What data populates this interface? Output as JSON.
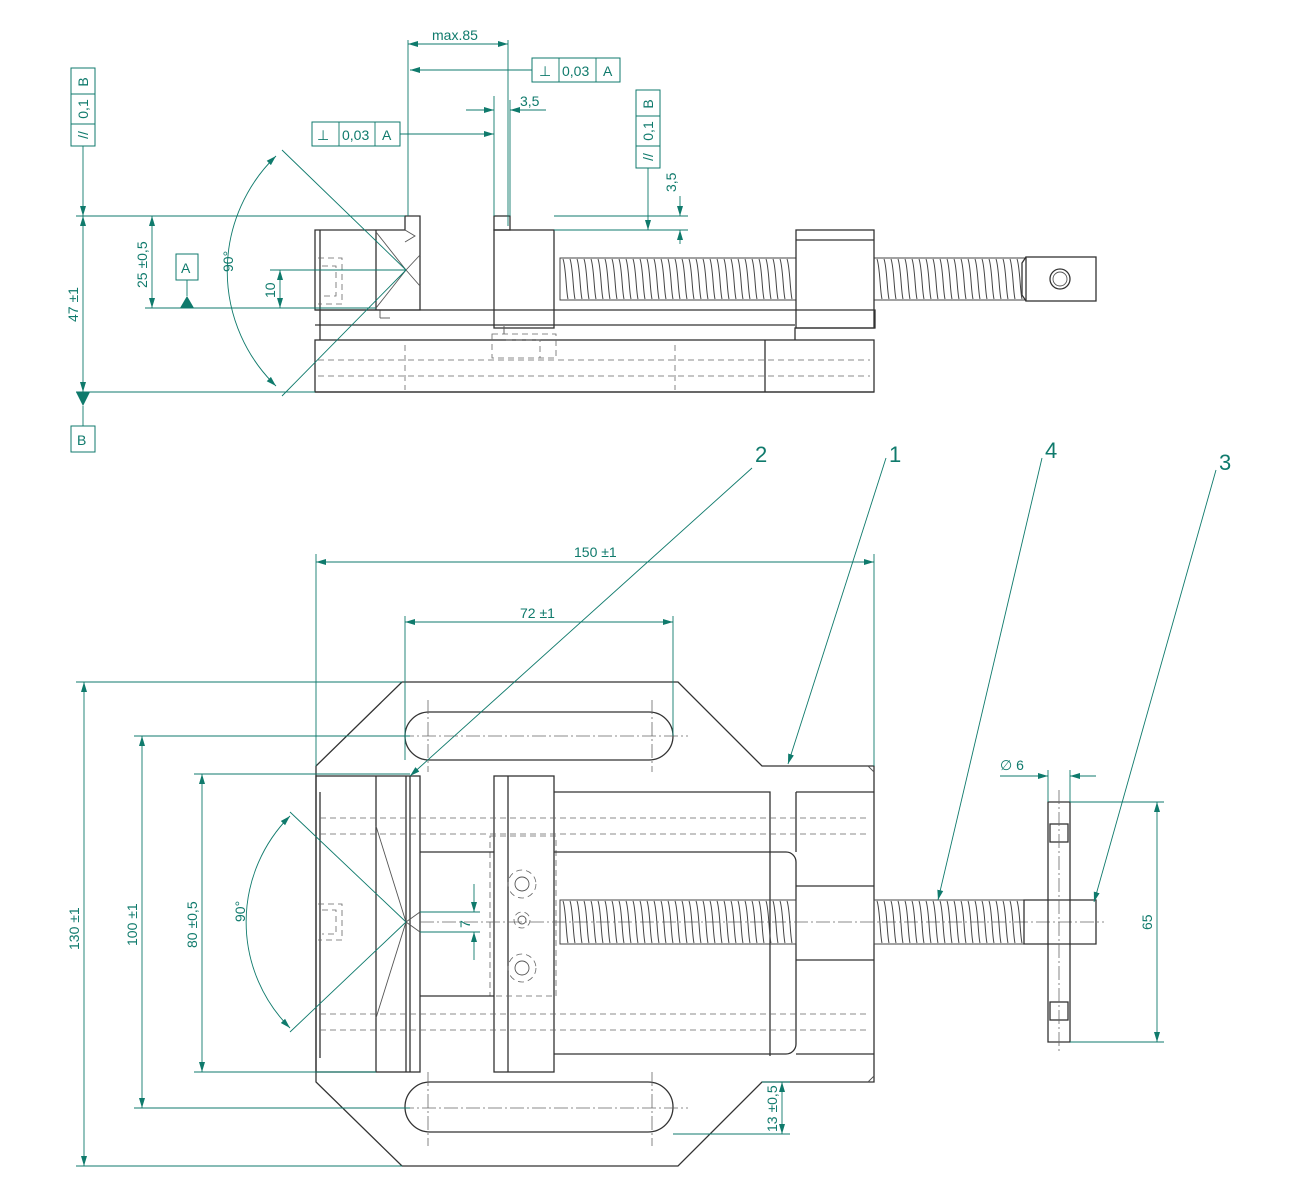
{
  "drawing": {
    "colors": {
      "dimension": "#0f7a6c",
      "outline": "#333333"
    },
    "side_view": {
      "datum_a": "A",
      "datum_b": "B",
      "dim_max_opening": "max.85",
      "dim_jaw_step": "3,5",
      "dim_rail_step": "3,5",
      "dim_height_total": "47 ±1",
      "dim_jaw_height": "25 ±0,5",
      "dim_jaw_small": "10",
      "dim_angle": "90°",
      "tol_perp_top": {
        "symbol": "⊥",
        "value": "0,03",
        "datum": "A"
      },
      "tol_perp_mid": {
        "symbol": "⊥",
        "value": "0,03",
        "datum": "A"
      },
      "tol_par_left": {
        "symbol": "//",
        "value": "0,1",
        "datum": "B"
      },
      "tol_par_right": {
        "symbol": "//",
        "value": "0,1",
        "datum": "B"
      }
    },
    "top_view": {
      "dim_length": "150 ±1",
      "dim_slot_spacing": "72 ±1",
      "dim_width_total": "130 ±1",
      "dim_slot_width": "100 ±1",
      "dim_jaw_width": "80 ±0,5",
      "dim_slot_offset": "13 ±0,5",
      "dim_v_width": "7",
      "dim_angle": "90°",
      "dim_handle_dia": "∅ 6",
      "dim_handle_length": "65"
    },
    "part_labels": [
      "2",
      "1",
      "4",
      "3"
    ]
  }
}
